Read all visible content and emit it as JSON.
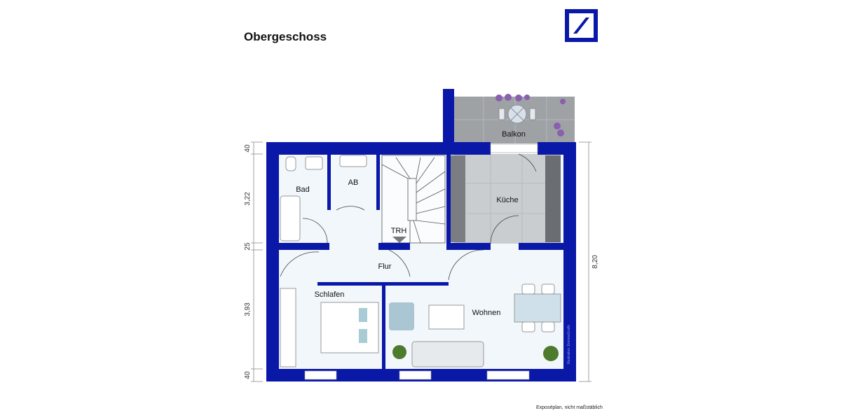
{
  "title": "Obergeschoss",
  "footnote": "Exposéplan, nicht maßstäblich",
  "credit": "Illustration: EmmosGrafik",
  "colors": {
    "wall": "#0a18a8",
    "floor": "#f2f7fb",
    "tile": "#c9cdd0",
    "balcony": "#9ea2a5"
  },
  "rooms": {
    "bad": "Bad",
    "ab": "AB",
    "trh": "TRH",
    "kueche": "Küche",
    "balkon": "Balkon",
    "flur": "Flur",
    "schlafen": "Schlafen",
    "wohnen": "Wohnen"
  },
  "dimensions": {
    "left": [
      "40",
      "3,22",
      "25",
      "3,93",
      "40"
    ],
    "right": "8,20"
  }
}
